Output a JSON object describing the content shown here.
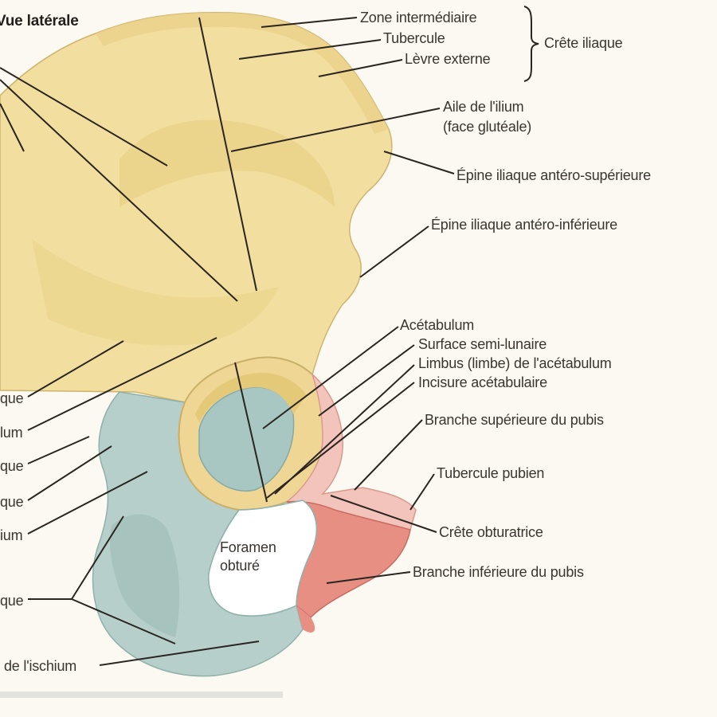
{
  "title": "Vue latérale",
  "colors": {
    "ilium": "#f2dfa0",
    "ilium_shade": "#e6cc7e",
    "ischium": "#b7cfcb",
    "ischium_shade": "#9cbab6",
    "pubis": "#e88f84",
    "pubis_light": "#f3c4bb",
    "leader": "#2a2520",
    "background": "#fbf9f1"
  },
  "labels": {
    "zone_intermediaire": "Zone intermédiaire",
    "tubercule": "Tubercule",
    "levre_externe": "Lèvre externe",
    "crete_iliaque": "Crête iliaque",
    "aile_ilium_1": "Aile de l'ilium",
    "aile_ilium_2": "(face glutéale)",
    "epine_antero_sup": "Épine iliaque antéro-supérieure",
    "epine_antero_inf": "Épine iliaque antéro-inférieure",
    "acetabulum": "Acétabulum",
    "surface_semi_lunaire": "Surface semi-lunaire",
    "limbus": "Limbus (limbe) de l'acétabulum",
    "incisure": "Incisure acétabulaire",
    "branche_sup_pubis": "Branche supérieure du pubis",
    "tubercule_pubien": "Tubercule pubien",
    "crete_obturatrice": "Crête obturatrice",
    "branche_inf_pubis": "Branche inférieure du pubis",
    "foramen_1": "Foramen",
    "foramen_2": "obturé",
    "left_1": "que",
    "left_2": "lum",
    "left_3": "que",
    "left_4": "que",
    "left_5": "ium",
    "left_6": "que",
    "left_7": "de l'ischium"
  }
}
